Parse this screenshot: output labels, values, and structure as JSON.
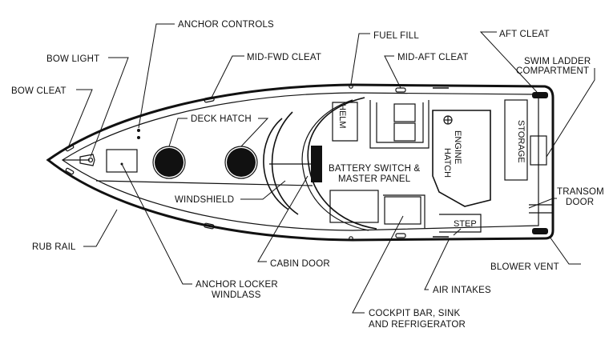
{
  "labels": {
    "anchor_controls": "ANCHOR CONTROLS",
    "fuel_fill": "FUEL FILL",
    "aft_cleat": "AFT CLEAT",
    "bow_light": "BOW LIGHT",
    "mid_fwd_cleat": "MID-FWD CLEAT",
    "mid_aft_cleat": "MID-AFT CLEAT",
    "swim_ladder_1": "SWIM LADDER",
    "swim_ladder_2": "COMPARTMENT",
    "bow_cleat": "BOW CLEAT",
    "deck_hatch": "DECK HATCH",
    "helm": "HELM",
    "storage": "STORAGE",
    "engine_hatch_1": "ENGINE",
    "engine_hatch_2": "HATCH",
    "battery_1": "BATTERY SWITCH &",
    "battery_2": "MASTER PANEL",
    "transom_1": "TRANSOM",
    "transom_2": "DOOR",
    "windshield": "WINDSHIELD",
    "step": "STEP",
    "rub_rail": "RUB RAIL",
    "cabin_door": "CABIN DOOR",
    "blower_vent": "BLOWER VENT",
    "anchor_locker_1": "ANCHOR LOCKER",
    "anchor_locker_2": "WINDLASS",
    "air_intakes": "AIR INTAKES",
    "cockpit_1": "COCKPIT BAR, SINK",
    "cockpit_2": "AND REFRIGERATOR"
  }
}
